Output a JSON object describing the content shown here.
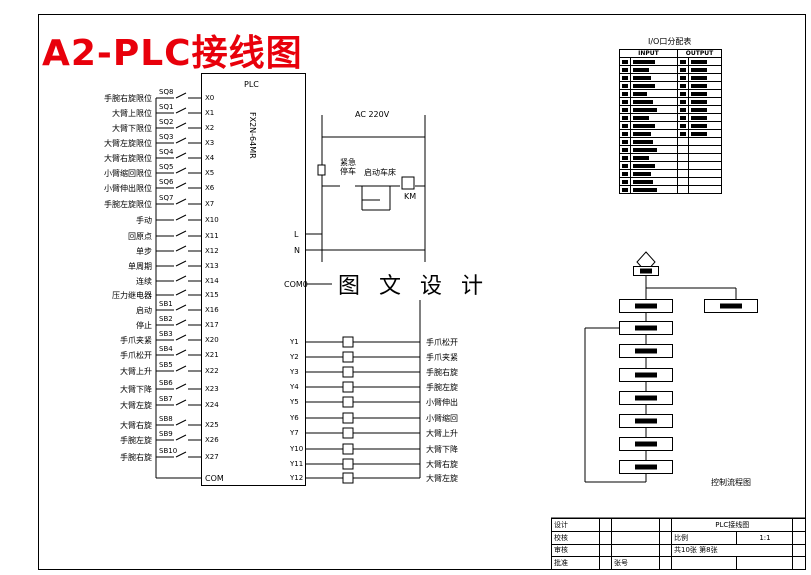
{
  "title": "A2-PLC接线图",
  "watermark": "图 文 设 计",
  "plc": {
    "header": "PLC",
    "model": "FX2N-64MR",
    "power_L": "L",
    "power_N": "N",
    "com0": "COM0",
    "com": "COM"
  },
  "inputs": [
    {
      "desc": "手腕右旋限位",
      "sw": "SQ8",
      "x": "X0"
    },
    {
      "desc": "大臂上限位",
      "sw": "SQ1",
      "x": "X1"
    },
    {
      "desc": "大臂下限位",
      "sw": "SQ2",
      "x": "X2"
    },
    {
      "desc": "大臂左旋限位",
      "sw": "SQ3",
      "x": "X3"
    },
    {
      "desc": "大臂右旋限位",
      "sw": "SQ4",
      "x": "X4"
    },
    {
      "desc": "小臂缩回限位",
      "sw": "SQ5",
      "x": "X5"
    },
    {
      "desc": "小臂伸出限位",
      "sw": "SQ6",
      "x": "X6"
    },
    {
      "desc": "手腕左旋限位",
      "sw": "SQ7",
      "x": "X7"
    },
    {
      "desc": "手动",
      "sw": "",
      "x": "X10"
    },
    {
      "desc": "回原点",
      "sw": "",
      "x": "X11"
    },
    {
      "desc": "单步",
      "sw": "",
      "x": "X12"
    },
    {
      "desc": "单周期",
      "sw": "",
      "x": "X13"
    },
    {
      "desc": "连续",
      "sw": "",
      "x": "X14"
    },
    {
      "desc": "压力继电器",
      "sw": "",
      "x": "X15"
    },
    {
      "desc": "启动",
      "sw": "SB1",
      "x": "X16"
    },
    {
      "desc": "停止",
      "sw": "SB2",
      "x": "X17"
    },
    {
      "desc": "手爪夹紧",
      "sw": "SB3",
      "x": "X20"
    },
    {
      "desc": "手爪松开",
      "sw": "SB4",
      "x": "X21"
    },
    {
      "desc": "大臂上升",
      "sw": "SB5",
      "x": "X22"
    },
    {
      "desc": "大臂下降",
      "sw": "SB6",
      "x": "X23"
    },
    {
      "desc": "大臂左旋",
      "sw": "SB7",
      "x": "X24"
    },
    {
      "desc": "大臂右旋",
      "sw": "SB8",
      "x": "X25"
    },
    {
      "desc": "手腕左旋",
      "sw": "SB9",
      "x": "X26"
    },
    {
      "desc": "手腕右旋",
      "sw": "SB10",
      "x": "X27"
    }
  ],
  "outputs": [
    {
      "y": "Y1",
      "desc": "手爪松开"
    },
    {
      "y": "Y2",
      "desc": "手爪夹紧"
    },
    {
      "y": "Y3",
      "desc": "手腕右旋"
    },
    {
      "y": "Y4",
      "desc": "手腕左旋"
    },
    {
      "y": "Y5",
      "desc": "小臂伸出"
    },
    {
      "y": "Y6",
      "desc": "小臂缩回"
    },
    {
      "y": "Y7",
      "desc": "大臂上升"
    },
    {
      "y": "Y10",
      "desc": "大臂下降"
    },
    {
      "y": "Y11",
      "desc": "大臂右旋"
    },
    {
      "y": "Y12",
      "desc": "大臂左旋"
    }
  ],
  "power": {
    "ac": "AC 220V",
    "estop": "紧急停车",
    "start": "启动车床",
    "km": "KM"
  },
  "io_table": {
    "title": "I/O口分配表",
    "input_head": "INPUT",
    "output_head": "OUTPUT"
  },
  "flow_label": "控制流程图",
  "titleblock": {
    "r1c1": "设计",
    "r2c1": "校核",
    "r3c1": "审核",
    "r4c1": "批准",
    "sheet_name": "PLC接线图",
    "scale_label": "比例",
    "scale": "1:1",
    "sheets": "共10张 第8张",
    "page_label": "张号"
  }
}
